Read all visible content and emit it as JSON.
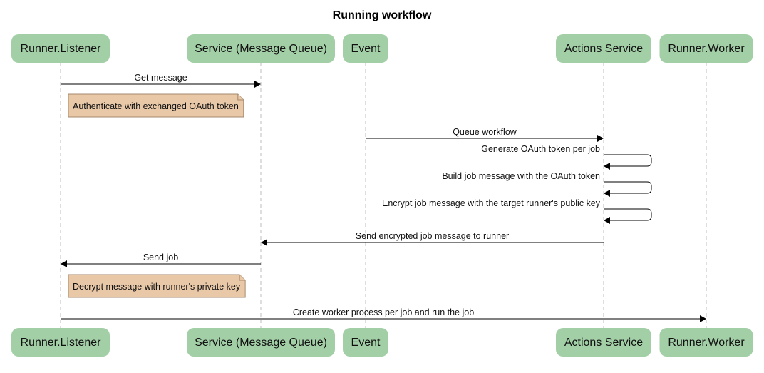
{
  "diagram": {
    "title": "Running workflow",
    "participants": [
      {
        "id": "listener",
        "label": "Runner.Listener"
      },
      {
        "id": "queue",
        "label": "Service (Message Queue)"
      },
      {
        "id": "event",
        "label": "Event"
      },
      {
        "id": "actions",
        "label": "Actions Service"
      },
      {
        "id": "worker",
        "label": "Runner.Worker"
      }
    ],
    "steps": [
      {
        "kind": "message",
        "from": "listener",
        "to": "queue",
        "label": "Get message"
      },
      {
        "kind": "note",
        "over": "listener",
        "label": "Authenticate with exchanged OAuth token"
      },
      {
        "kind": "message",
        "from": "event",
        "to": "actions",
        "label": "Queue workflow"
      },
      {
        "kind": "self",
        "on": "actions",
        "label": "Generate OAuth token per job"
      },
      {
        "kind": "self",
        "on": "actions",
        "label": "Build job message with the OAuth token"
      },
      {
        "kind": "self",
        "on": "actions",
        "label": "Encrypt job message with the target runner's public key"
      },
      {
        "kind": "message",
        "from": "actions",
        "to": "queue",
        "label": "Send encrypted job message to runner"
      },
      {
        "kind": "message",
        "from": "queue",
        "to": "listener",
        "label": "Send job"
      },
      {
        "kind": "note",
        "over": "listener",
        "label": "Decrypt message with runner's private key"
      },
      {
        "kind": "message",
        "from": "listener",
        "to": "worker",
        "label": "Create worker process per job and run the job"
      }
    ]
  }
}
